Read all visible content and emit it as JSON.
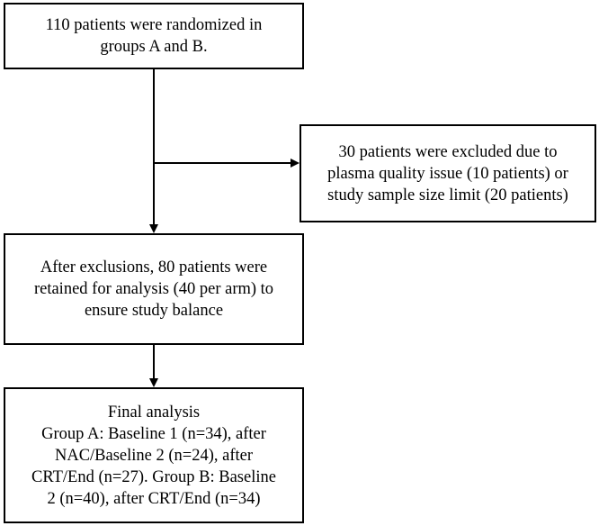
{
  "boxes": [
    {
      "id": "randomized",
      "lines": [
        "110 patients were randomized in",
        "groups A and B."
      ]
    },
    {
      "id": "excluded",
      "lines": [
        "30 patients were excluded due to",
        "plasma quality issue (10 patients) or",
        "study sample size limit (20 patients)"
      ]
    },
    {
      "id": "retained",
      "lines": [
        "After exclusions, 80 patients were",
        "retained for analysis (40 per arm) to",
        "ensure study balance"
      ]
    },
    {
      "id": "final",
      "lines": [
        "Final analysis",
        "Group A: Baseline 1 (n=34), after",
        "NAC/Baseline 2 (n=24), after",
        "CRT/End (n=27). Group B: Baseline",
        "2 (n=40), after CRT/End (n=34)"
      ]
    }
  ],
  "colors": {
    "stroke": "#000000",
    "background": "#ffffff"
  }
}
